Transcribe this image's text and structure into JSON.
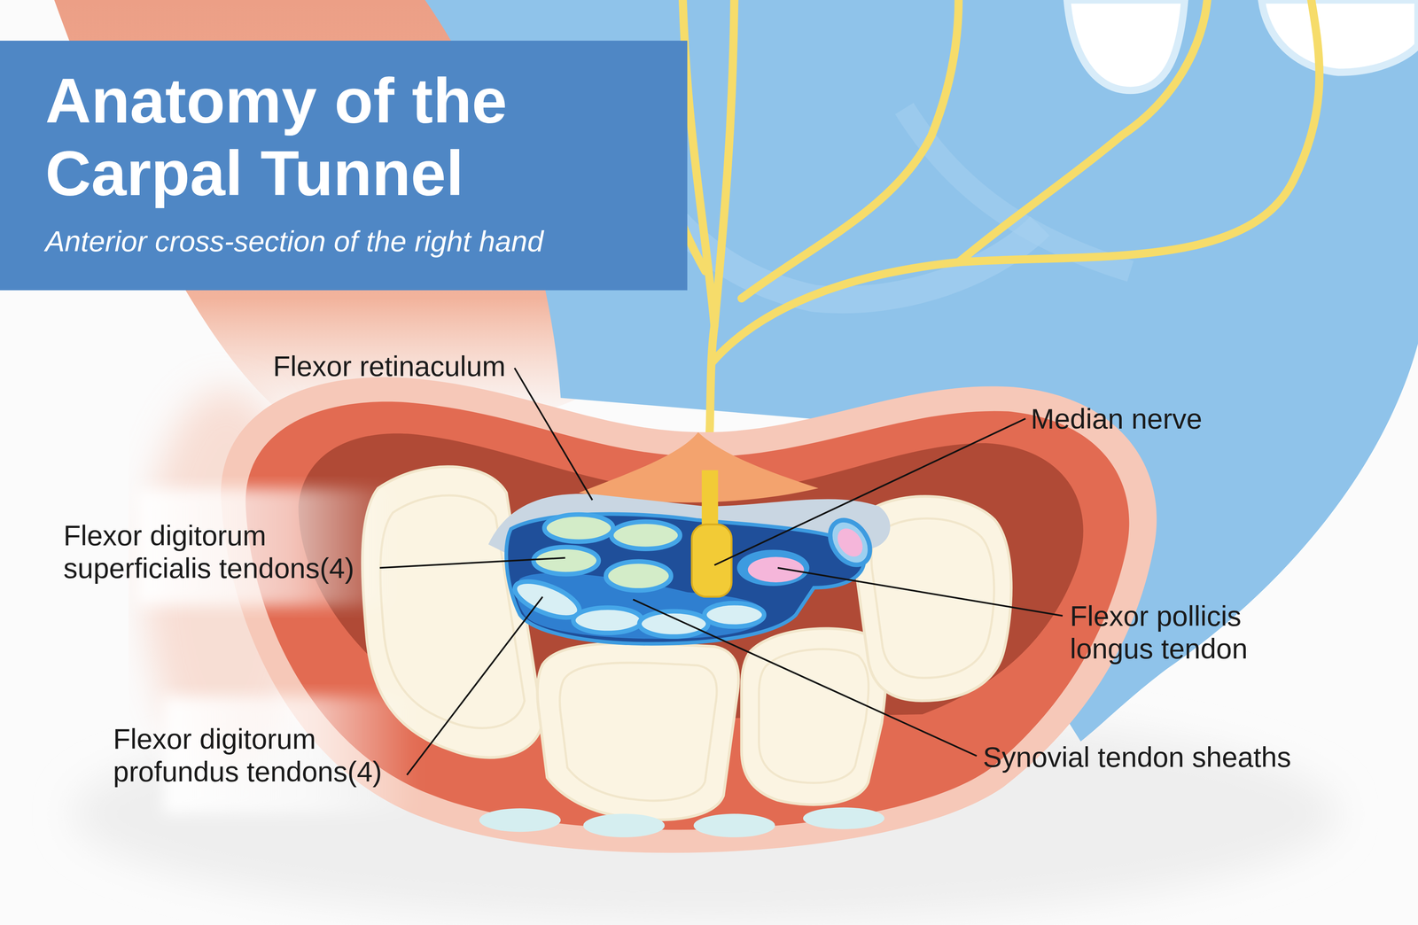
{
  "diagram": {
    "title": "Anatomy of the Carpal Tunnel",
    "caption": "Anterior cross-section of the right hand",
    "labels": [
      "Flexor retinaculum",
      "Median nerve",
      "Flexor digitorum superficialis tendons(4)",
      "Flexor pollicis longus tendon",
      "Synovial tendon sheaths",
      "Flexor digitorum profundus tendons(4)"
    ]
  }
}
